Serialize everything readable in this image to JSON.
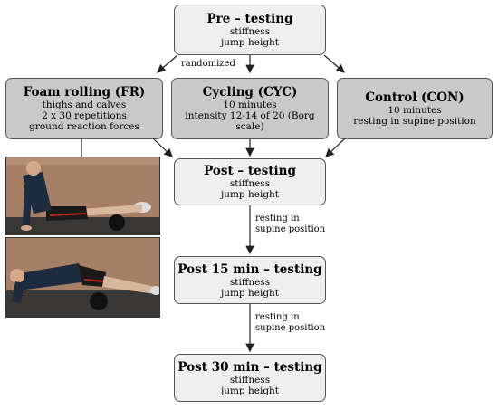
{
  "boxes": {
    "pre": {
      "title": "Pre – testing",
      "lines": [
        "stiffness",
        "jump height"
      ]
    },
    "fr": {
      "title": "Foam rolling (FR)",
      "lines": [
        "thighs and calves",
        "2 x 30 repetitions",
        "ground reaction forces"
      ]
    },
    "cyc": {
      "title": "Cycling (CYC)",
      "lines": [
        "10 minutes",
        "intensity 12-14 of 20 (Borg scale)"
      ]
    },
    "con": {
      "title": "Control (CON)",
      "lines": [
        "10 minutes",
        "resting in supine position"
      ]
    },
    "post": {
      "title": "Post – testing",
      "lines": [
        "stiffness",
        "jump height"
      ]
    },
    "post15": {
      "title": "Post 15 min – testing",
      "lines": [
        "stiffness",
        "jump height"
      ]
    },
    "post30": {
      "title": "Post 30 min – testing",
      "lines": [
        "stiffness",
        "jump height"
      ]
    }
  },
  "labels": {
    "randomized": "randomized",
    "rest1": [
      "resting in",
      "supine position"
    ],
    "rest2": [
      "resting in",
      "supine position"
    ]
  },
  "colors": {
    "light_box": "#efefef",
    "dark_box": "#c9c9c9",
    "border": "#555555",
    "arrow": "#222222"
  },
  "photos": [
    {
      "name": "foam-rolling-calves-photo"
    },
    {
      "name": "foam-rolling-thighs-photo"
    }
  ]
}
